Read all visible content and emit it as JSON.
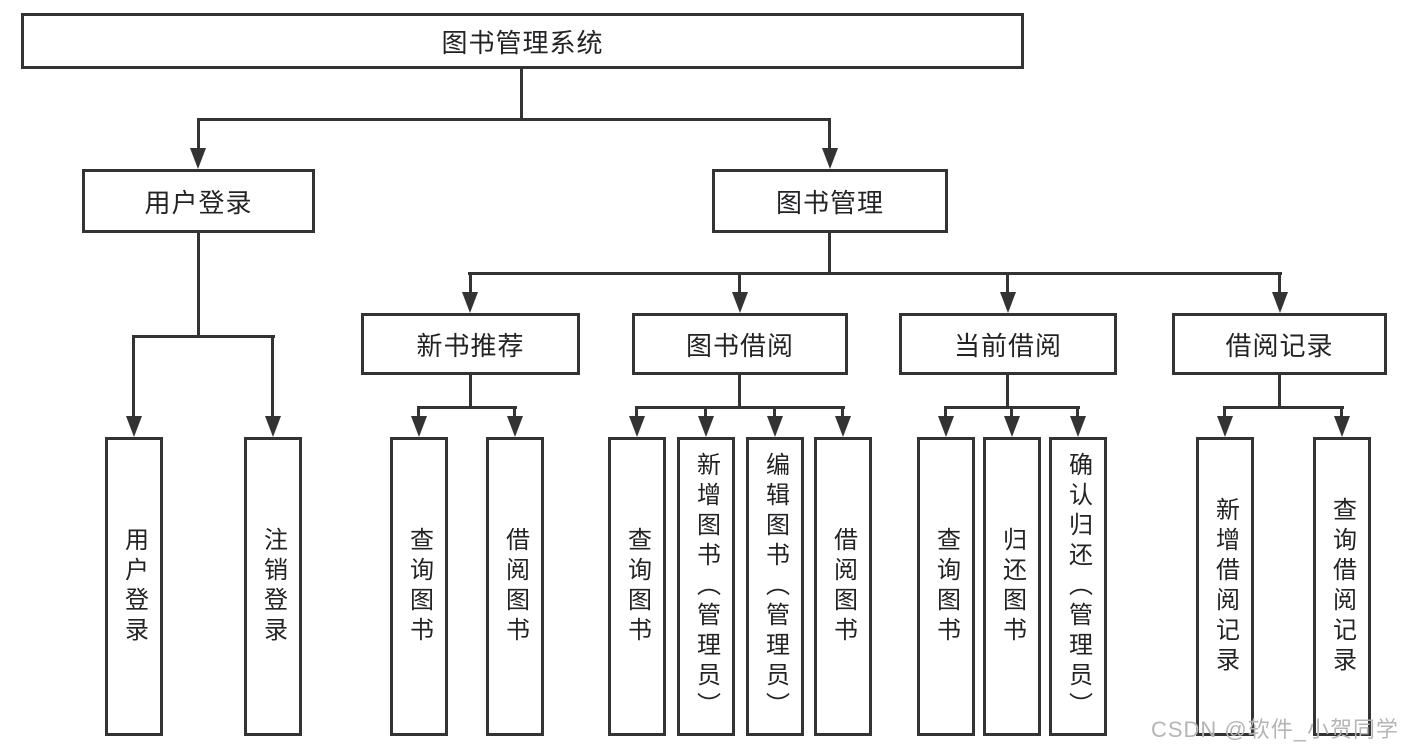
{
  "diagram": {
    "root": {
      "label": "图书管理系统"
    },
    "level2": {
      "user_login": "用户登录",
      "book_mgmt": "图书管理"
    },
    "level3": {
      "new_book_rec": "新书推荐",
      "book_borrow": "图书借阅",
      "current_borrow": "当前借阅",
      "borrow_records": "借阅记录"
    },
    "leaves": {
      "user_login": "用户登录",
      "logout": "注销登录",
      "nbr_query_books": "查询图书",
      "nbr_borrow_books": "借阅图书",
      "bb_query_books": "查询图书",
      "bb_add_books_admin": "新增图书（管理员）",
      "bb_edit_books_admin": "编辑图书（管理员）",
      "bb_borrow_books": "借阅图书",
      "cb_query_books": "查询图书",
      "cb_return_books": "归还图书",
      "cb_confirm_return_admin": "确认归还（管理员）",
      "br_add_record": "新增借阅记录",
      "br_query_record": "查询借阅记录"
    }
  },
  "watermark": "CSDN @软件_小贺同学",
  "colors": {
    "line": "#333333",
    "box_border": "#333333",
    "text": "#232326",
    "watermark": "#b5b5b5",
    "background": "#ffffff"
  }
}
